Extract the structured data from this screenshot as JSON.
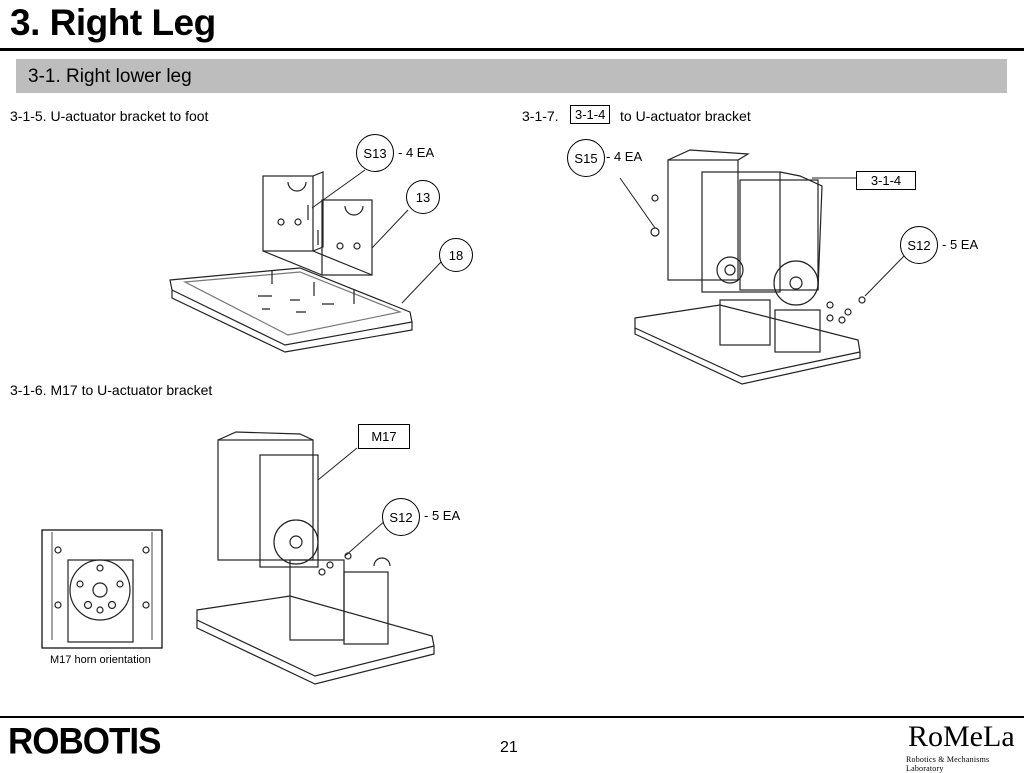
{
  "header": {
    "title": "3. Right Leg",
    "section": "3-1. Right lower leg"
  },
  "steps": [
    {
      "label": "3-1-5. U-actuator bracket to foot",
      "callouts": [
        {
          "circle": "S13",
          "qty": "- 4 EA"
        },
        {
          "circle": "13",
          "qty": ""
        },
        {
          "circle": "18",
          "qty": ""
        }
      ]
    },
    {
      "label_prefix": "3-1-7.",
      "label_box": "3-1-4",
      "label_suffix": "to U-actuator bracket",
      "callouts": [
        {
          "circle": "S15",
          "qty": "- 4 EA"
        },
        {
          "box": "3-1-4"
        },
        {
          "circle": "S12",
          "qty": "- 5 EA"
        }
      ]
    },
    {
      "label": "3-1-6. M17 to U-actuator bracket",
      "callouts": [
        {
          "box": "M17"
        },
        {
          "circle": "S12",
          "qty": "- 5 EA"
        }
      ],
      "inset_caption": "M17 horn orientation"
    }
  ],
  "footer": {
    "page_number": "21",
    "left_logo": "ROBOTIS",
    "right_logo": "RoMeLa",
    "right_logo_sub": "Robotics & Mechanisms Laboratory"
  },
  "icons": [
    "robotis-logo",
    "romela-logo"
  ]
}
